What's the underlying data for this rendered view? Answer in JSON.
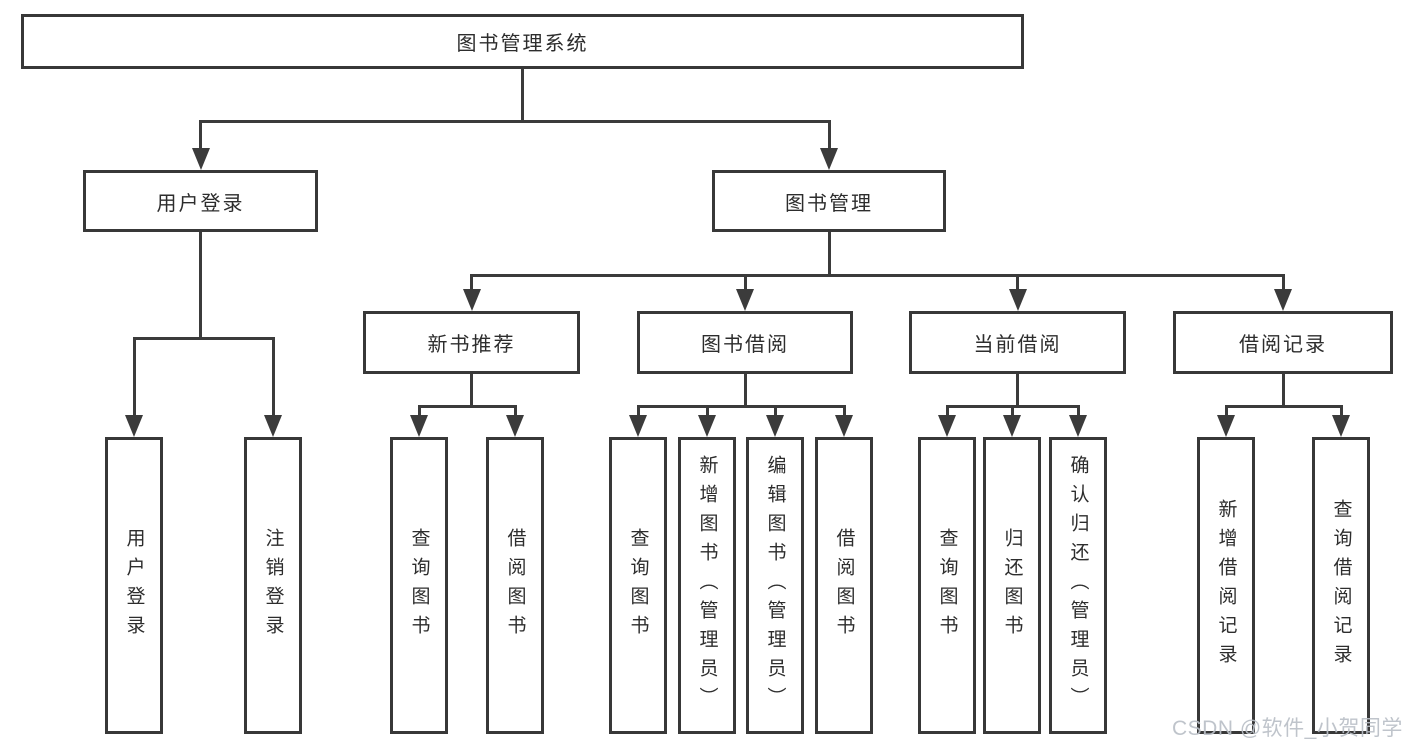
{
  "diagram": {
    "title": "图书管理系统",
    "colors": {
      "line": "#3b3b3b",
      "box_border": "#383838",
      "box_fill": "#ffffff",
      "text": "#2d2d2d",
      "watermark": "#babfc7"
    },
    "nodes": {
      "root": "图书管理系统",
      "user_login": "用户登录",
      "book_mgmt": "图书管理",
      "new_book": "新书推荐",
      "book_borrow": "图书借阅",
      "current_borrow": "当前借阅",
      "borrow_record": "借阅记录",
      "leaves": {
        "login": [
          "用户登录",
          "注销登录"
        ],
        "new_book": [
          "查询图书",
          "借阅图书"
        ],
        "book_borrow": [
          "查询图书",
          "新增图书（管理员）",
          "编辑图书（管理员）",
          "借阅图书"
        ],
        "current_borrow": [
          "查询图书",
          "归还图书",
          "确认归还（管理员）"
        ],
        "borrow_record": [
          "新增借阅记录",
          "查询借阅记录"
        ]
      }
    },
    "watermark": "CSDN @软件_小贺同学"
  }
}
